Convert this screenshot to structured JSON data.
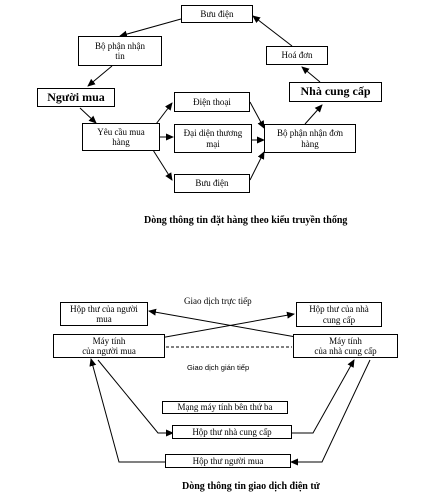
{
  "traditional": {
    "nodes": {
      "buu_dien_top": "Bưu điện",
      "bo_phan_nhan_tin": "Bộ phận nhận\ntin",
      "nguoi_mua": "Người mua",
      "yeu_cau_mua_hang": "Yêu cầu mua\nhàng",
      "dien_thoai": "Điện thoại",
      "dai_dien_thuong_mai": "Đại diện  thương\nmại",
      "buu_dien_bottom": "Bưu điện",
      "bo_phan_nhan_don_hang": "Bộ phận nhận đơn\nhàng",
      "nha_cung_cap": "Nhà cung cấp",
      "hoa_don": "Hoá đơn"
    },
    "caption": "Dòng thông tin đặt hàng theo kiểu truyền thống"
  },
  "electronic": {
    "nodes": {
      "hop_thu_nguoi_mua_left": "Hộp thư của người\nmua",
      "may_tinh_nguoi_mua": "Máy tính\ncủa người mua",
      "hop_thu_nha_cung_cap_right": "Hộp thư của nhà\ncung cấp",
      "may_tinh_nha_cung_cap": "Máy tính\ncủa nhà cung cấp",
      "mang_may_tinh": "Mạng máy tính bên thứ ba",
      "hop_thu_nha_cung_cap_center": "Hộp thư nhà cung cấp",
      "hop_thu_nguoi_mua_center": "Hộp thư người mua"
    },
    "labels": {
      "giao_dich_truc_tiep": "Giao dịch trực tiếp",
      "giao_dich_gian_tiep": "Giao dịch gián tiếp"
    },
    "caption": "Dòng thông tin giao dịch điện tử"
  }
}
